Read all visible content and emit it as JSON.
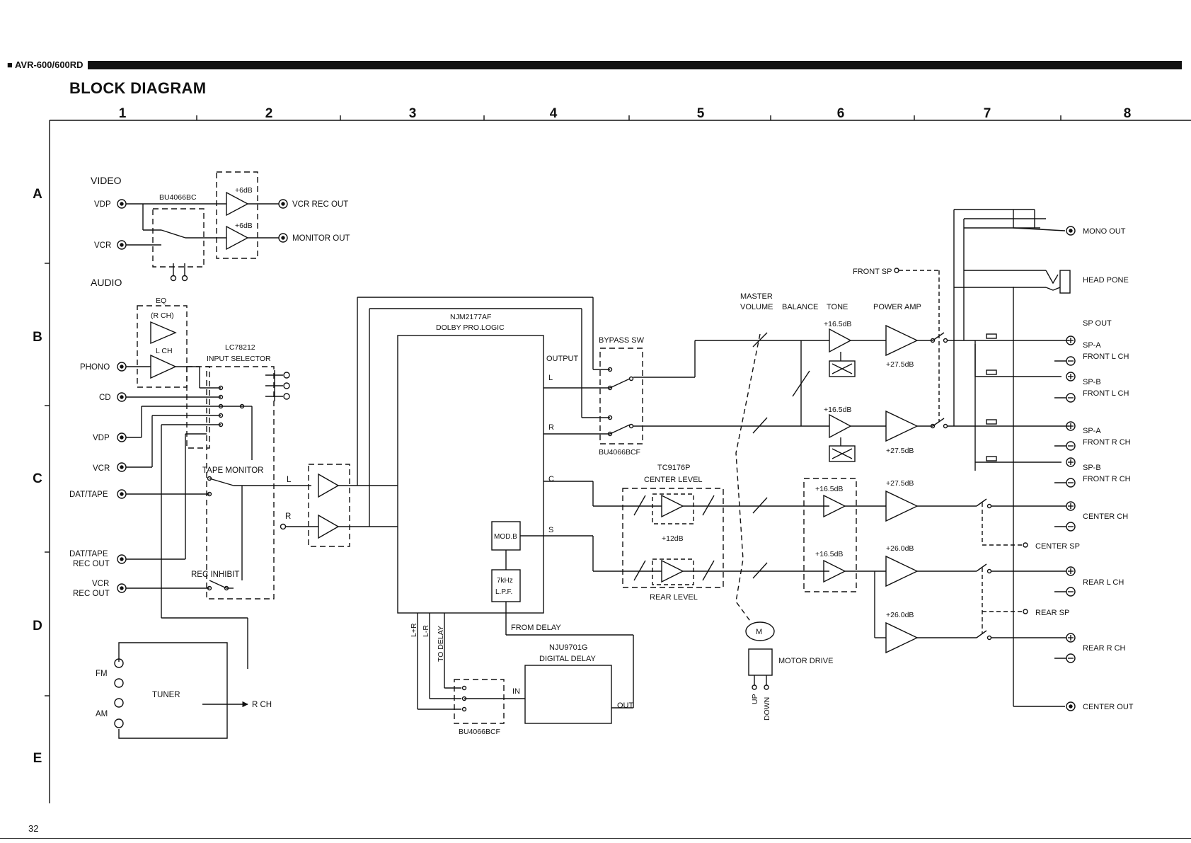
{
  "header": {
    "model": "■ AVR-600/600RD",
    "title": "BLOCK DIAGRAM"
  },
  "page_number": "32",
  "grid": {
    "columns": [
      "1",
      "2",
      "3",
      "4",
      "5",
      "6",
      "7",
      "8"
    ],
    "rows": [
      "A",
      "B",
      "C",
      "D",
      "E"
    ]
  },
  "video": {
    "section": "VIDEO",
    "vdp": "VDP",
    "vcr": "VCR",
    "switch_ic": "BU4066BC",
    "gain1": "+6dB",
    "gain2": "+6dB",
    "vcr_rec_out": "VCR REC OUT",
    "monitor_out": "MONITOR OUT"
  },
  "audio": {
    "section": "AUDIO",
    "eq": "EQ",
    "eq_rch": "(R CH)",
    "eq_lch": "L CH",
    "phono": "PHONO",
    "cd": "CD",
    "vdp": "VDP",
    "vcr": "VCR",
    "dat_tape": "DAT/TAPE",
    "dat_tape_rec_out_1": "DAT/TAPE",
    "dat_tape_rec_out_2": "REC OUT",
    "vcr_rec_out_1": "VCR",
    "vcr_rec_out_2": "REC OUT",
    "input_selector_ic": "LC78212",
    "input_selector": "INPUT SELECTOR",
    "tape_monitor": "TAPE MONITOR",
    "rec_inhibit": "REC INHIBIT",
    "l": "L",
    "r": "R"
  },
  "tuner": {
    "fm": "FM",
    "am": "AM",
    "label": "TUNER",
    "rch": "R CH"
  },
  "dolby": {
    "ic": "NJM2177AF",
    "label": "DOLBY PRO.LOGIC",
    "output": "OUTPUT",
    "l": "L",
    "r": "R",
    "c": "C",
    "s": "S",
    "mod_b": "MOD.B",
    "lpf_1": "7kHz",
    "lpf_2": "L.P.F.",
    "l_plus_r": "L+R",
    "l_minus_r": "L-R",
    "to_delay": "TO DELAY",
    "from_delay": "FROM DELAY"
  },
  "delay": {
    "ic": "NJU9701G",
    "label": "DIGITAL DELAY",
    "in": "IN",
    "out": "OUT",
    "switch_ic": "BU4066BCF"
  },
  "bypass": {
    "label": "BYPASS SW",
    "ic": "BU4066BCF"
  },
  "center_rear": {
    "ic": "TC9176P",
    "center_level": "CENTER LEVEL",
    "gain": "+12dB",
    "rear_level": "REAR LEVEL"
  },
  "control": {
    "master": "MASTER",
    "volume": "VOLUME",
    "balance": "BALANCE",
    "tone": "TONE",
    "power_amp": "POWER AMP",
    "front_sp": "FRONT SP",
    "tone_gain_l": "+16.5dB",
    "tone_gain_r": "+16.5dB",
    "pre_gain_c": "+16.5dB",
    "pre_gain_s": "+16.5dB",
    "amp_l": "+27.5dB",
    "amp_r": "+27.5dB",
    "amp_c": "+27.5dB",
    "amp_rl": "+26.0dB",
    "amp_rr": "+26.0dB",
    "motor": "M",
    "motor_drive": "MOTOR DRIVE",
    "up": "UP",
    "down": "DOWN"
  },
  "outputs": {
    "mono_out": "MONO OUT",
    "head_phone": "HEAD PONE",
    "sp_out": "SP OUT",
    "sp_a_1": "SP-A",
    "front_l_a": "FRONT L CH",
    "sp_b_1": "SP-B",
    "front_l_b": "FRONT L CH",
    "sp_a_2": "SP-A",
    "front_r_a": "FRONT R CH",
    "sp_b_2": "SP-B",
    "front_r_b": "FRONT R CH",
    "center_ch": "CENTER CH",
    "center_sp": "CENTER SP",
    "rear_l": "REAR L CH",
    "rear_sp": "REAR SP",
    "rear_r": "REAR R CH",
    "center_out": "CENTER OUT"
  }
}
